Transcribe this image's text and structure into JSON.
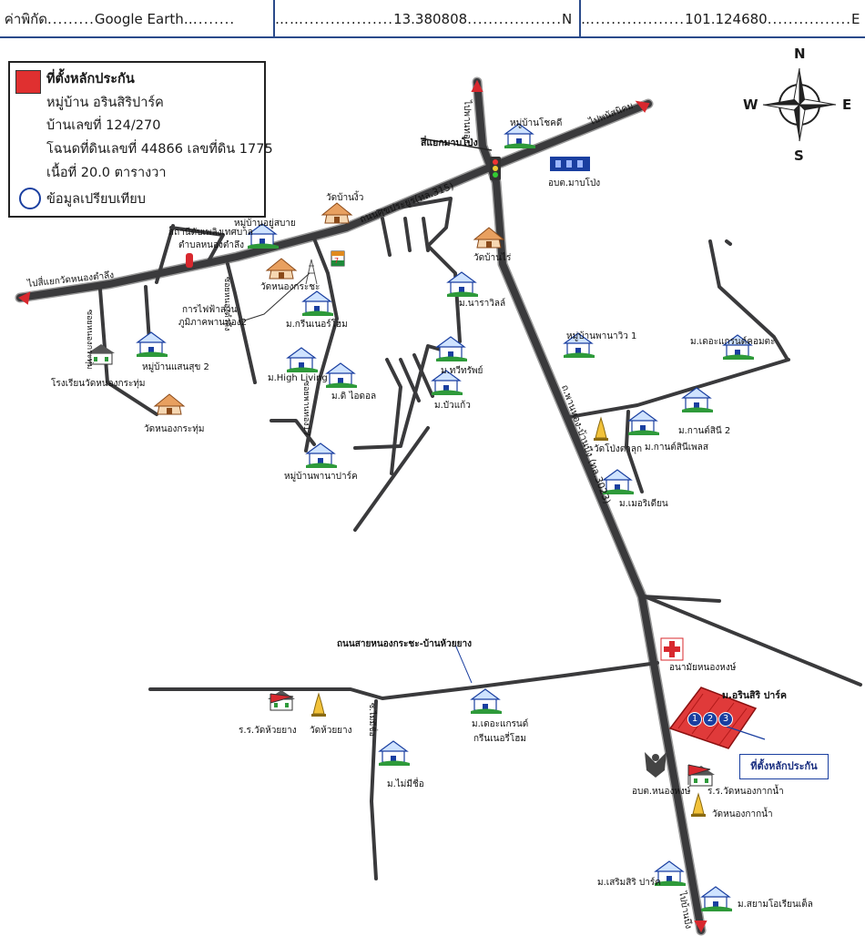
{
  "header": {
    "coord_label": "ค่าพิกัด",
    "source": "Google Earth",
    "lat": "13.380808",
    "lat_dir": "N",
    "lon": "101.124680",
    "lon_dir": "E"
  },
  "legend": {
    "collateral": "ที่ตั้งหลักประกัน",
    "village": "หมู่บ้าน อรินสิริปาร์ค",
    "house_no": "บ้านเลขที่ 124/270",
    "deed": "โฉนดที่ดินเลขที่ 44866 เลขที่ดิน 1775",
    "area": "เนื้อที่ 20.0 ตารางวา",
    "comparison": "ข้อมูลเปรียบเทียบ"
  },
  "compass": {
    "n": "N",
    "s": "S",
    "e": "E",
    "w": "W"
  },
  "roads": {
    "to_phanat": "ไปพนัสนิคม",
    "to_ban_thong": "ไปพานทอง",
    "prachasuk": "ถนนศุขประยูร(ทล.315)",
    "intersection_map_pong": "สี่แยกมาบโป่ง",
    "to_wat_nong": "ไปสี่แยกวัดหนองตำลึง",
    "soi_nong_khrathum": "ซอยหนองกระทุ่ม",
    "soi_phanthong17": "ซอยพานทอง17",
    "soi_talat": "ซอยหนองตำลึง",
    "phanthong_banbueng": "ถ.พานทอง-บ้านบึง (ทล.3023)",
    "nong_kra_cha_road": "ถนนสายหนองกระชะ-บ้านห้วยยาง",
    "soi_mai_mi_chue": "ซ.ไม่มีชื่อ",
    "to_ban_bueng": "ไปบ้านบึง"
  },
  "places": {
    "wat_ban_ngio": "วัดบ้านงิ้ว",
    "ban_yu_sabai": "หมู่บ้านอยู่สบาย",
    "fire_station": "สถานีดับเพลิงเทศบาล",
    "fire_station2": "ตำบลหนองตำลึง",
    "wat_nong_kra_cha": "วัดหนองกระชะ",
    "pea": "การไฟฟ้าส่วน",
    "pea2": "ภูมิภาคพานทอง2",
    "green_home": "ม.กรีนเนอร์โฮม",
    "ban_saen_suk2": "หมู่บ้านแสนสุข 2",
    "school_nong_khrathum": "โรงเรียนวัดหนองกระทุ่ม",
    "wat_nong_khrathum": "วัดหนองกระทุ่ม",
    "high_living": "ม.High Living",
    "the_idol": "ม.ดิ ไอดอล",
    "ban_phana_park": "หมู่บ้านพานาปาร์ค",
    "ban_chokdee": "หมู่บ้านโชคดี",
    "abt_map_pong": "อบต.มาบโป่ง",
    "wat_ban_rai": "วัดบ้านไร่",
    "na_ra_villa": "ม.นาราวิลล์",
    "thawi_sap": "ม.ทวีทรัพย์",
    "bua_kaeo": "ม.บัวแก้ว",
    "phana_view": "หมู่บ้านพานาวิว 1",
    "the_grand_comma": "ม.เดอะแกรนด์คอมตะ",
    "karn_sinee2": "ม.กานต์สินี 2",
    "karn_sinee_place": "ม.กานต์สินีเพลส",
    "wat_pong_taluk": "วัดโป่งตาลุก",
    "merry_dian": "ม.เมอริเดียน",
    "health_center": "อนามัยหนองหงษ์",
    "arin_siri_park": "ม.อรินสิริ ปาร์ค",
    "rr_wat_huai_yang": "ร.ร.วัดห้วยยาง",
    "wat_huai_yang": "วัดห้วยยาง",
    "the_grand_green": "ม.เดอะแกรนด์",
    "the_grand_green2": "กรีนเนอรี่โฮม",
    "mai_mi_chue": "ม.ไม่มีชื่อ",
    "abt_nong_hong": "อบต.หนองหงษ์",
    "rr_wat_nong_kakna": "ร.ร.วัดหนองกากน้ำ",
    "wat_nong_kakna": "วัดหนองกากน้ำ",
    "sermsiri_park": "ม.เสริมสิริ ปาร์ค",
    "siam_oriental": "ม.สยามโอเรียนเต็ล"
  },
  "markers": [
    "1",
    "2",
    "3"
  ],
  "callout": "ที่ตั้งหลักประกัน",
  "colors": {
    "road": "#3a3a3c",
    "road_edge": "#9a9a9a",
    "accent_red": "#d8282e",
    "border_blue": "#2a4a8a",
    "house_green": "#2e9a3a"
  }
}
